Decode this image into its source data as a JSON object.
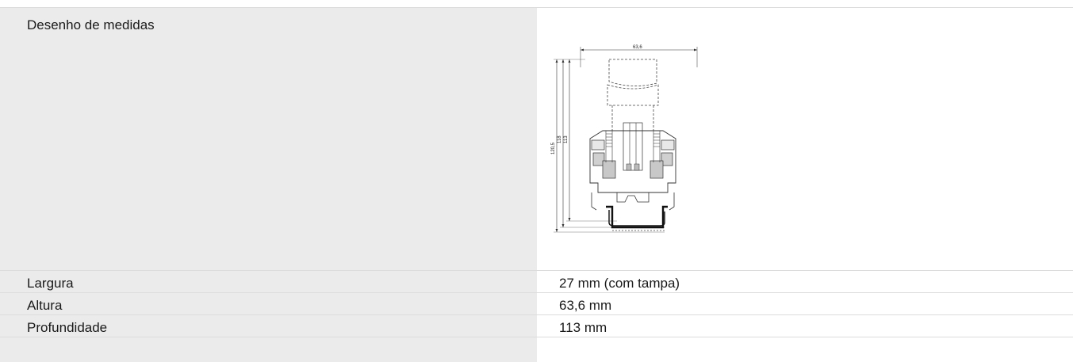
{
  "rows": [
    {
      "label": "Desenho de medidas",
      "value": ""
    },
    {
      "label": "Largura",
      "value": "27 mm (com tampa)"
    },
    {
      "label": "Altura",
      "value": "63,6 mm"
    },
    {
      "label": "Profundidade",
      "value": "113 mm"
    }
  ],
  "drawing": {
    "width_dim": "63,6",
    "height_dims": [
      "120,5",
      "118",
      "113"
    ]
  }
}
